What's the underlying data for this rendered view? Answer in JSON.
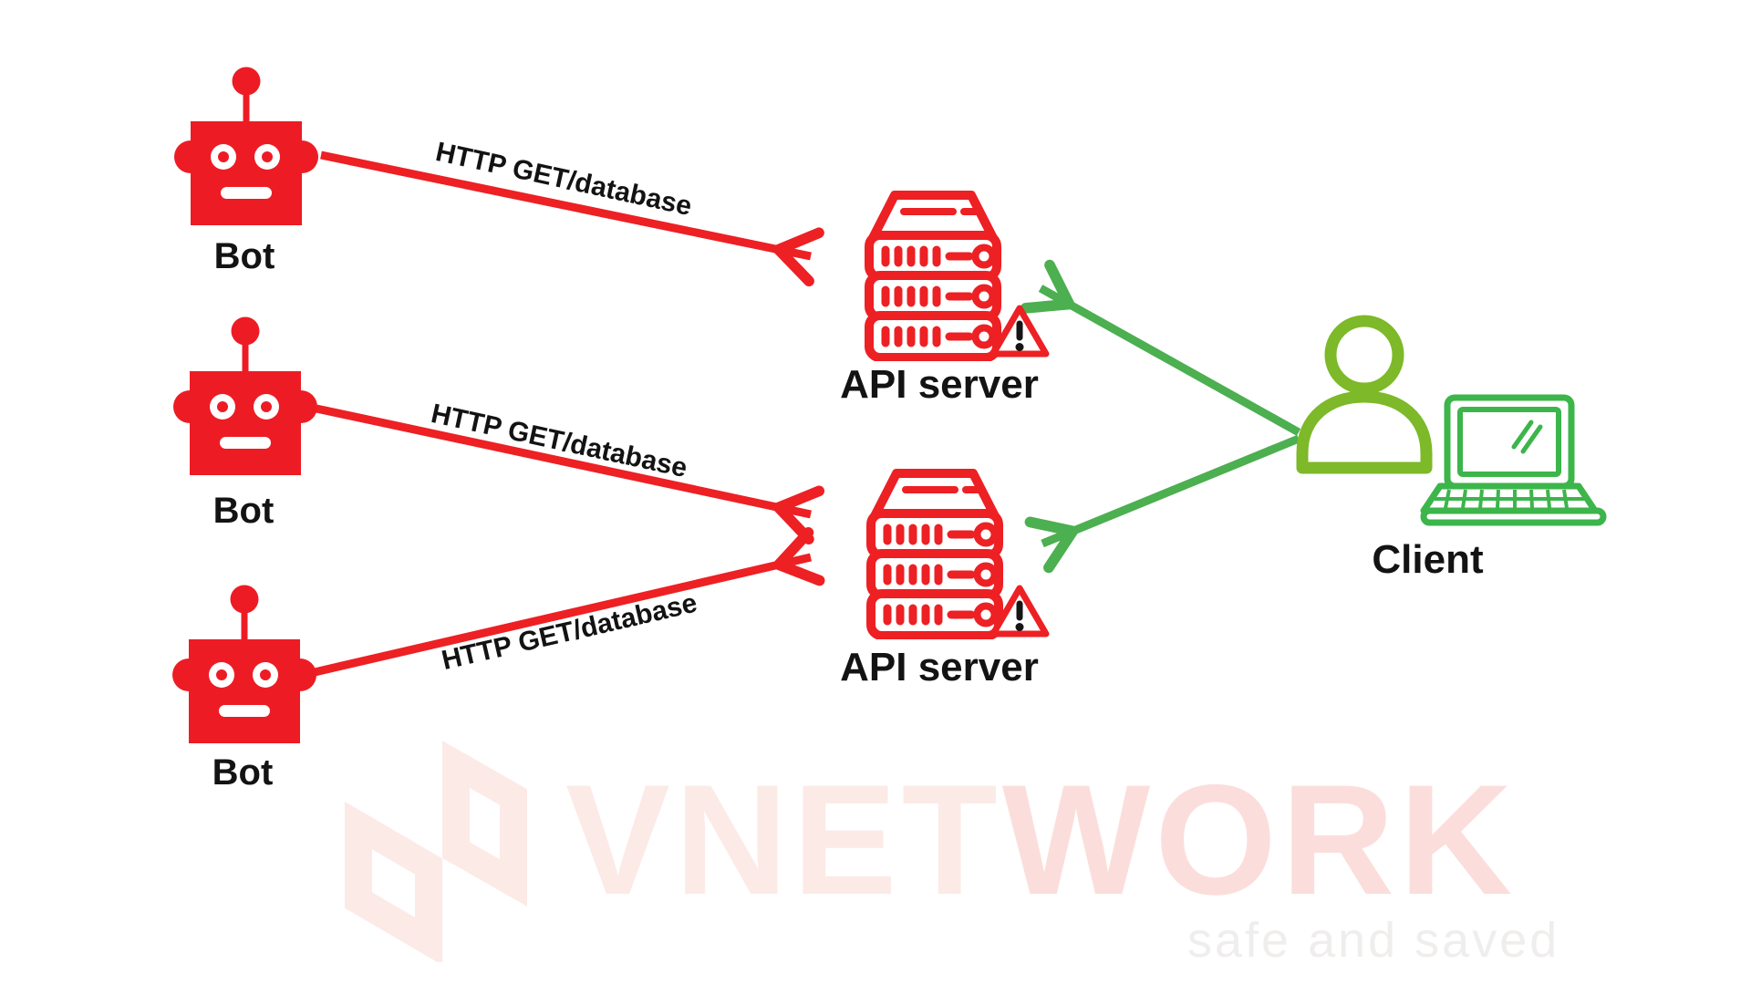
{
  "diagram": {
    "nodes": {
      "bots": [
        {
          "label": "Bot"
        },
        {
          "label": "Bot"
        },
        {
          "label": "Bot"
        }
      ],
      "servers": [
        {
          "label": "API server",
          "status": "warning"
        },
        {
          "label": "API server",
          "status": "warning"
        }
      ],
      "client": {
        "label": "Client"
      }
    },
    "edges": {
      "bot_to_server": [
        {
          "label": "HTTP GET/database"
        },
        {
          "label": "HTTP GET/database"
        },
        {
          "label": "HTTP GET/database"
        }
      ]
    },
    "icons": {
      "bot": "robot-icon",
      "server": "server-rack-icon",
      "warning": "warning-triangle-icon",
      "person": "person-icon",
      "laptop": "laptop-icon"
    },
    "colors": {
      "bot_red": "#ED1C24",
      "arrow_red": "#ED2024",
      "arrow_green": "#4CAF50",
      "person_green": "#7DB928",
      "laptop_green": "#3CB54A",
      "label_black": "#131313",
      "wm_pink": "#FCEAE7",
      "wm_pink_strong": "#FBDEDB",
      "wm_gray": "#F0EEED"
    }
  },
  "watermark": {
    "brand_prefix": "VNET",
    "brand_suffix": "WORK",
    "tagline": "safe and saved"
  }
}
